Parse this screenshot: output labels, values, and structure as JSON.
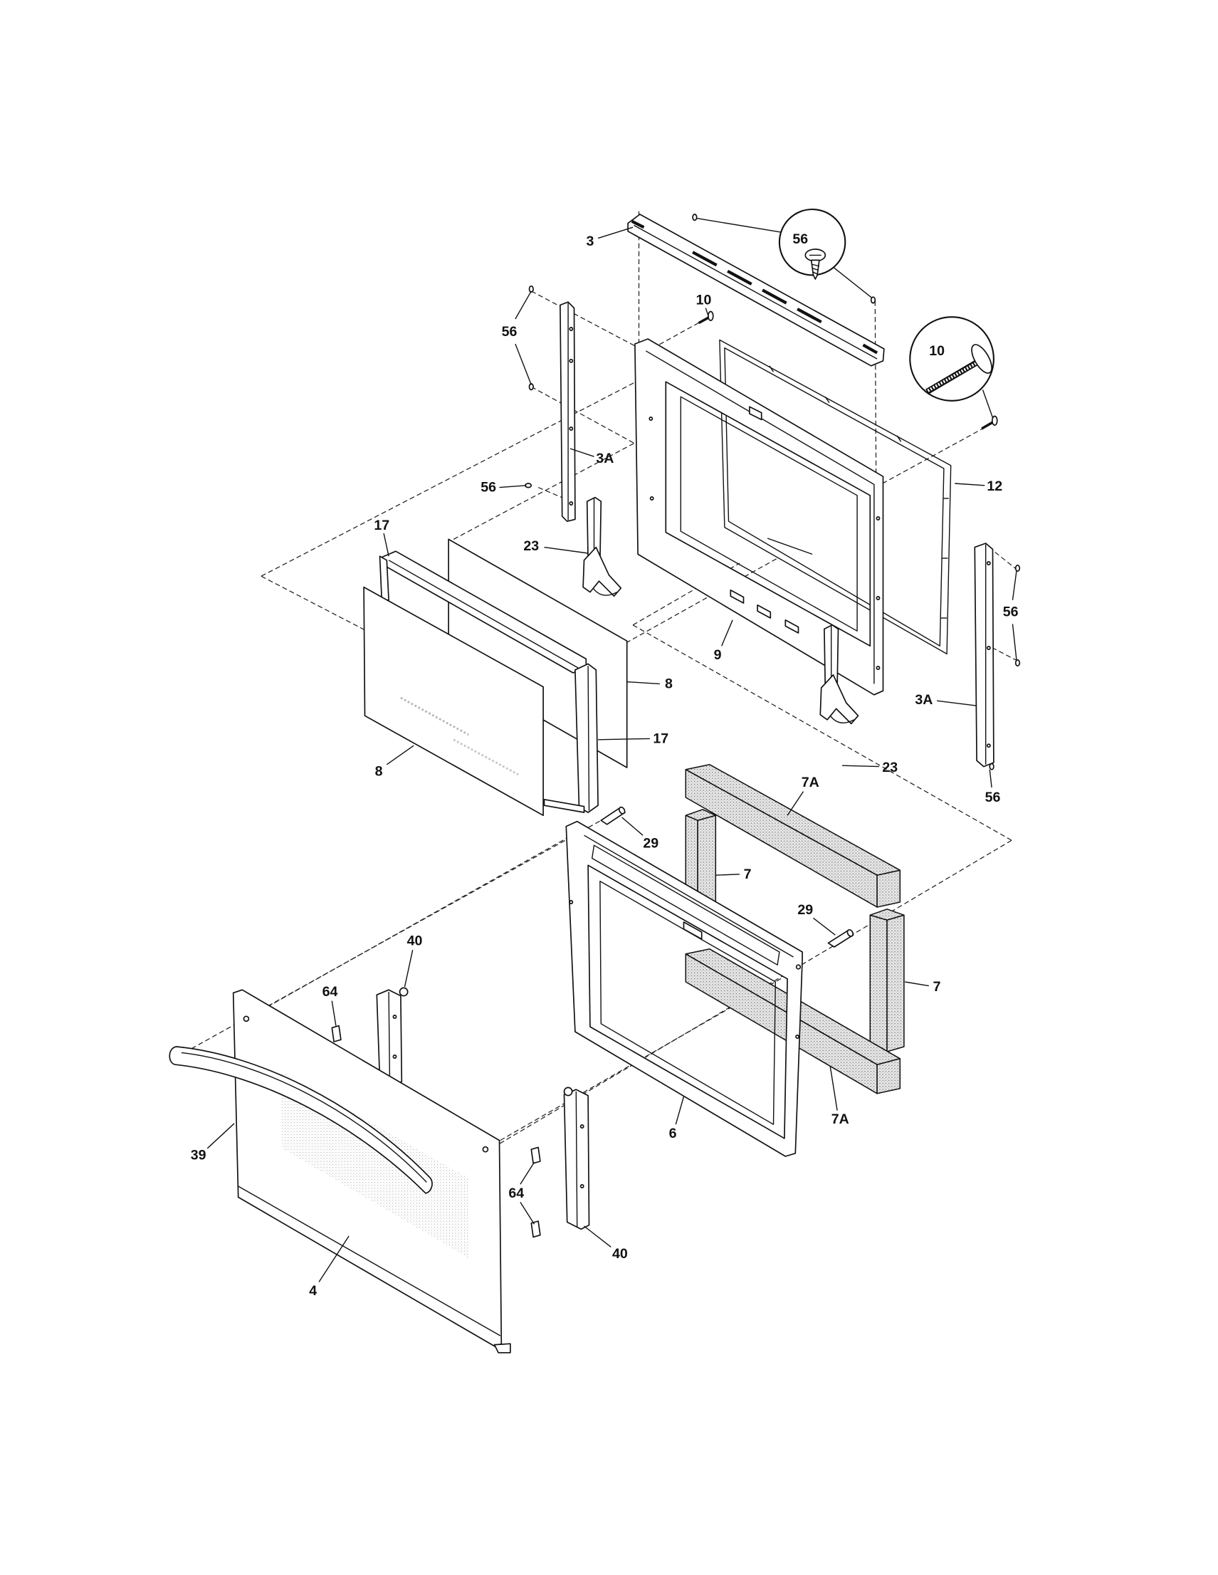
{
  "diagram": {
    "callouts": [
      "3",
      "56",
      "10",
      "3A",
      "56",
      "12",
      "17",
      "23",
      "9",
      "56",
      "8",
      "3A",
      "17",
      "23",
      "8",
      "56",
      "7A",
      "29",
      "7",
      "29",
      "40",
      "64",
      "7",
      "39",
      "6",
      "7A",
      "64",
      "4",
      "40"
    ],
    "insets": [
      {
        "label": "56",
        "icon": "screw-icon"
      },
      {
        "label": "10",
        "icon": "bolt-icon"
      }
    ]
  }
}
